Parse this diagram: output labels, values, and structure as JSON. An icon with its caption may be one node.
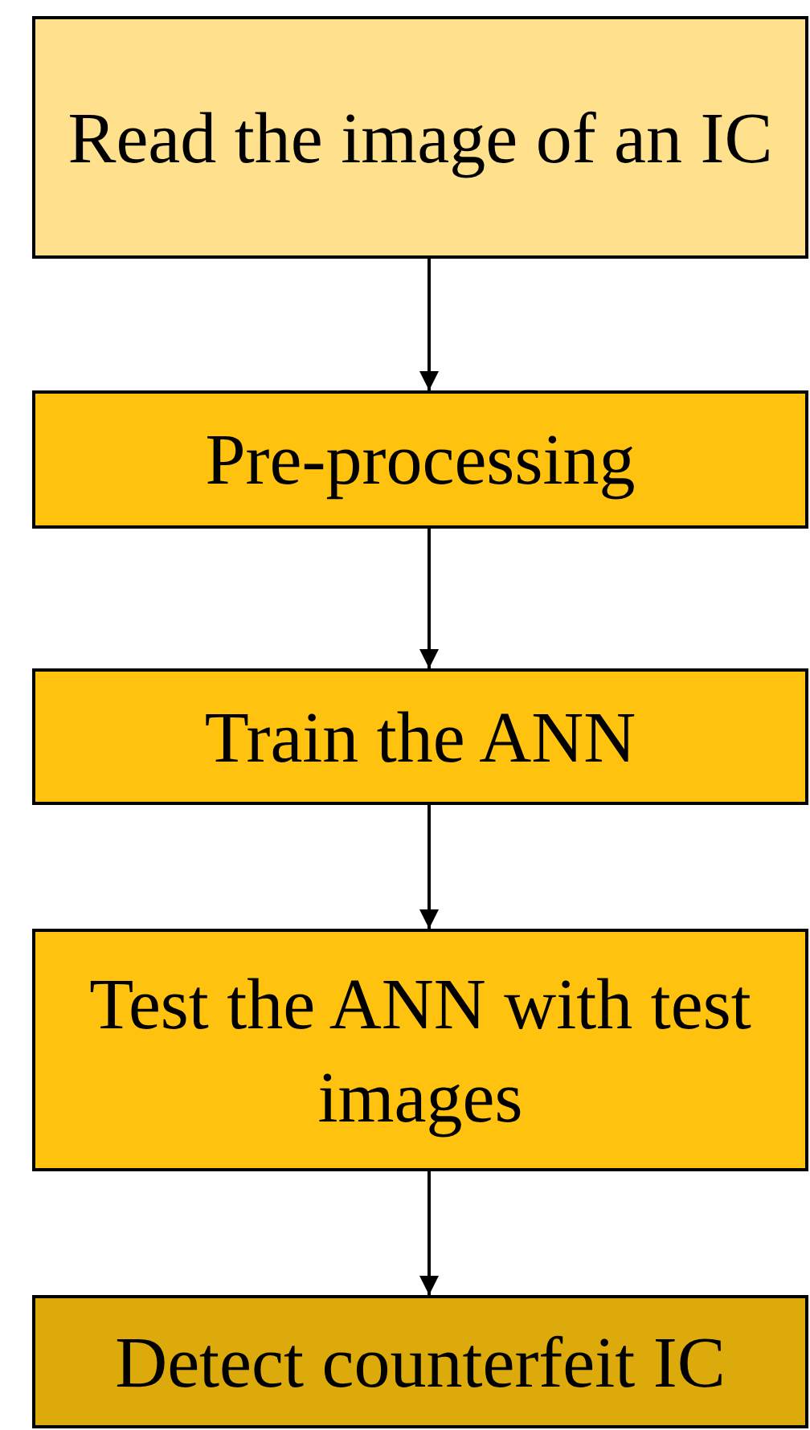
{
  "diagram": {
    "nodes": [
      {
        "text": [
          "Read the image of an IC"
        ]
      },
      {
        "text": [
          "Pre-processing"
        ]
      },
      {
        "text": [
          "Train the ANN"
        ]
      },
      {
        "text": [
          "Test the ANN with test images"
        ]
      },
      {
        "text": [
          "Detect counterfeit IC"
        ]
      }
    ],
    "edges": [
      {
        "from": 0,
        "to": 1,
        "arrow": "to"
      },
      {
        "from": 1,
        "to": 2,
        "arrow": "to"
      },
      {
        "from": 2,
        "to": 3,
        "arrow": "to"
      },
      {
        "from": 3,
        "to": 4,
        "arrow": "to"
      }
    ]
  }
}
